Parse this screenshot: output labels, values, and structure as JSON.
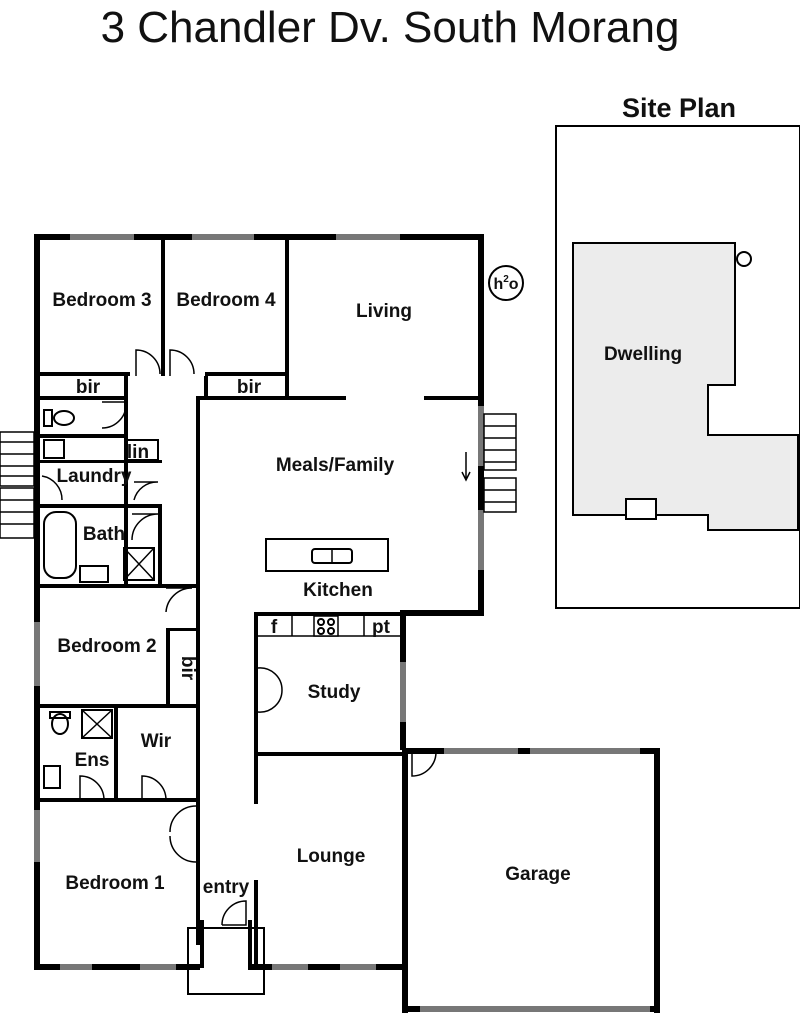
{
  "title": "3 Chandler Dv. South Morang",
  "site_plan": {
    "heading": "Site Plan",
    "dwelling_label": "Dwelling"
  },
  "symbols": {
    "water_tank": "h2o"
  },
  "rooms": {
    "bedroom3": "Bedroom 3",
    "bedroom4": "Bedroom 4",
    "living": "Living",
    "bir_top_left": "bir",
    "bir_top_right": "bir",
    "lin": "lin",
    "laundry": "Laundry",
    "meals_family": "Meals/Family",
    "bath": "Bath",
    "kitchen": "Kitchen",
    "bedroom2": "Bedroom 2",
    "bir_side": "bir",
    "fridge": "f",
    "pantry": "pt",
    "study": "Study",
    "wir": "Wir",
    "ens": "Ens",
    "lounge": "Lounge",
    "garage": "Garage",
    "bedroom1": "Bedroom 1",
    "entry": "entry"
  }
}
